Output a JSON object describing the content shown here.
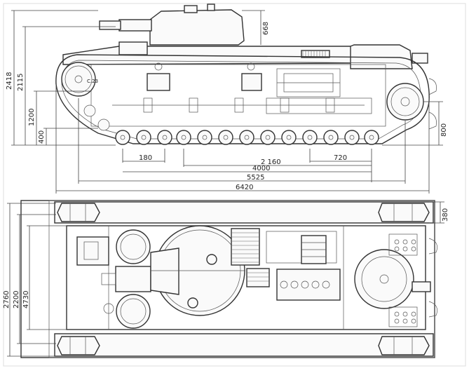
{
  "drawing": {
    "side_view": {
      "label_length_road_wheels": "180",
      "label_length_2160": "2 160",
      "label_length_720": "720",
      "label_length_4000": "4000",
      "label_length_5525": "5525",
      "label_length_6420": "6420",
      "label_height_total": "2418",
      "label_height_hull": "2115",
      "label_height_1200": "1200",
      "label_height_400": "400",
      "label_height_turret": "668",
      "label_height_sprocket": "800",
      "label_part_mark": "C.23"
    },
    "plan_view": {
      "label_width_total": "2760",
      "label_width_2200": "2200",
      "label_width_4730": "4730",
      "label_track_width": "380"
    }
  }
}
